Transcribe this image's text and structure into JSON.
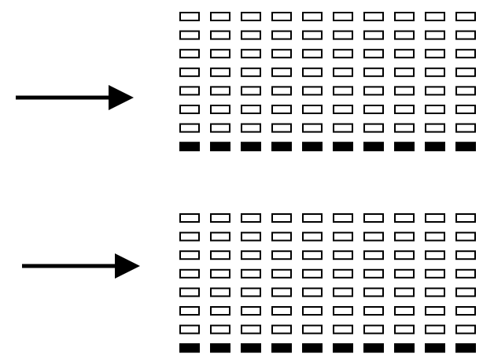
{
  "colors": {
    "background": "#ffffff",
    "stroke": "#000000",
    "filled": "#000000"
  },
  "panels": [
    {
      "name": "top-panel",
      "columns": 10,
      "outline_rows": 7,
      "filled_rows": 1,
      "arrow_direction": "right"
    },
    {
      "name": "bottom-panel",
      "columns": 10,
      "outline_rows": 7,
      "filled_rows": 1,
      "arrow_direction": "right"
    }
  ]
}
